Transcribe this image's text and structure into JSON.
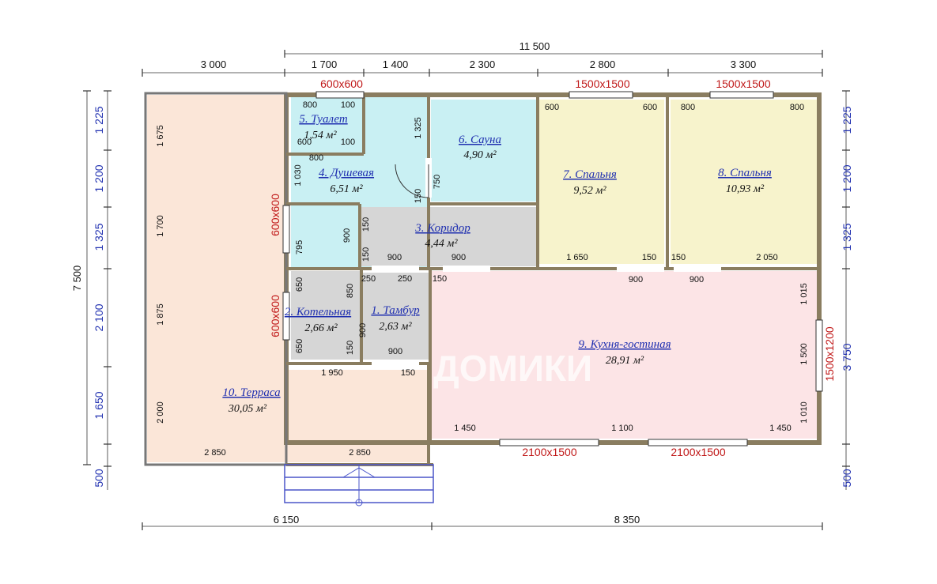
{
  "overall_width": "11 500",
  "overall_depth": "7 500",
  "top_dims": [
    "3 000",
    "1 700",
    "1 400",
    "2 300",
    "2 800",
    "3 300"
  ],
  "bottom_dims": [
    "6 150",
    "8 350"
  ],
  "left_dims": [
    "1 225",
    "1 200",
    "1 325",
    "2 100",
    "1 650",
    "500"
  ],
  "right_dims": [
    "1 225",
    "1 200",
    "1 325",
    "3 750",
    "500"
  ],
  "windows": {
    "w_toilet_top": "600x600",
    "w_bed7_top": "1500x1500",
    "w_bed8_top": "1500x1500",
    "w_shower_left": "600x600",
    "w_boiler_left": "600x600",
    "w_kitchen_right": "1500x1200",
    "w_kitchen_bottom_left": "2100x1500",
    "w_kitchen_bottom_right": "2100x1500"
  },
  "rooms": [
    {
      "name": "1. Тамбур",
      "area": "2,63 м²"
    },
    {
      "name": "2. Котельная",
      "area": "2,66 м²"
    },
    {
      "name": "3. Коридор",
      "area": "4,44 м²"
    },
    {
      "name": "4. Душевая",
      "area": "6,51 м²"
    },
    {
      "name": "5. Туалет",
      "area": "1,54 м²"
    },
    {
      "name": "6. Сауна",
      "area": "4,90 м²"
    },
    {
      "name": "7. Спальня",
      "area": "9,52 м²"
    },
    {
      "name": "8. Спальня",
      "area": "10,93 м²"
    },
    {
      "name": "9. Кухня-гостиная",
      "area": "28,91 м²"
    },
    {
      "name": "10. Терраса",
      "area": "30,05 м²"
    }
  ],
  "inner_dims": {
    "toilet_w": "800",
    "toilet_gap": "100",
    "toilet_left": "600",
    "toilet_gap2": "100",
    "shower_w": "800",
    "shower_h": "1 030",
    "sauna_h": "1 325",
    "sauna_door": "750",
    "sauna_gap": "150",
    "bed7_l": "600",
    "bed7_r": "600",
    "bed8_l": "800",
    "bed8_r": "800",
    "shower_low": "795",
    "shower_door": "900",
    "corr_a": "150",
    "corr_b": "150",
    "corr_door1": "900",
    "corr_door2": "900",
    "bed7_bottom": "1 650",
    "bed7_gap": "150",
    "bed8_gap": "150",
    "bed8_bottom": "2 050",
    "boiler_a": "650",
    "boiler_b": "850",
    "boiler_c": "650",
    "boiler_d": "150",
    "tambur_a": "250",
    "tambur_b": "250",
    "tambur_c": "150",
    "tambur_door": "900",
    "tambur_left": "900",
    "kitchen_door1": "900",
    "kitchen_door2": "900",
    "kitchen_r1": "1 015",
    "kitchen_r2": "1 500",
    "kitchen_r3": "1 010",
    "kitchen_b1": "1 450",
    "kitchen_b2": "1 100",
    "kitchen_b3": "1 450",
    "terrace_h1": "1 675",
    "terrace_h2": "1 700",
    "terrace_h3": "1 875",
    "terrace_h4": "2 000",
    "terrace_w": "1 950",
    "terrace_gap": "150",
    "terrace_b1": "2 850",
    "terrace_b2": "2 850"
  },
  "watermark": "ДОМИКИ",
  "colors": {
    "terrace": "#fbe6d8",
    "wet_rooms": "#c9f0f3",
    "bedrooms": "#f7f3cc",
    "kitchen": "#fce4e6",
    "service": "#d6d6d6",
    "dim_blue": "#1f2fb0",
    "window_red": "#c01818"
  }
}
